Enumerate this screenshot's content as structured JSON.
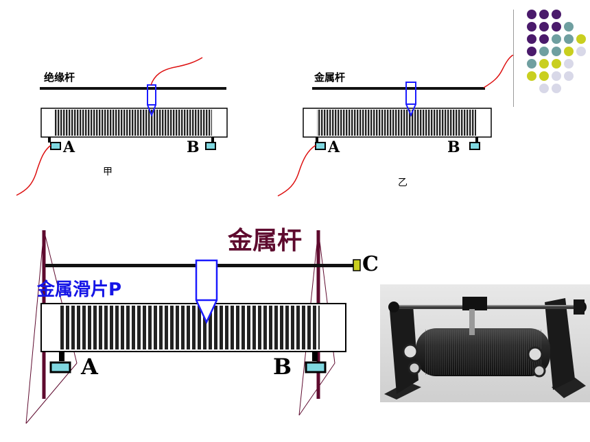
{
  "diagram_jia": {
    "rod_label": "绝缘杆",
    "terminal_a": "A",
    "terminal_b": "B",
    "caption": "甲"
  },
  "diagram_yi": {
    "rod_label": "金属杆",
    "terminal_a": "A",
    "terminal_b": "B",
    "caption": "乙"
  },
  "diagram_main": {
    "rod_label": "金属杆",
    "slider_label": "金属滑片P",
    "terminal_a": "A",
    "terminal_b": "B",
    "terminal_c": "C"
  },
  "colors": {
    "purple": "#4a1a6b",
    "teal": "#6f9fa0",
    "yellow": "#c9cf1f",
    "lavender": "#d8d8e8",
    "slider_blue": "#1a1aff",
    "frame": "#5e0a2e",
    "wire": "#dd1010",
    "terminal": "#7fd7e0"
  }
}
